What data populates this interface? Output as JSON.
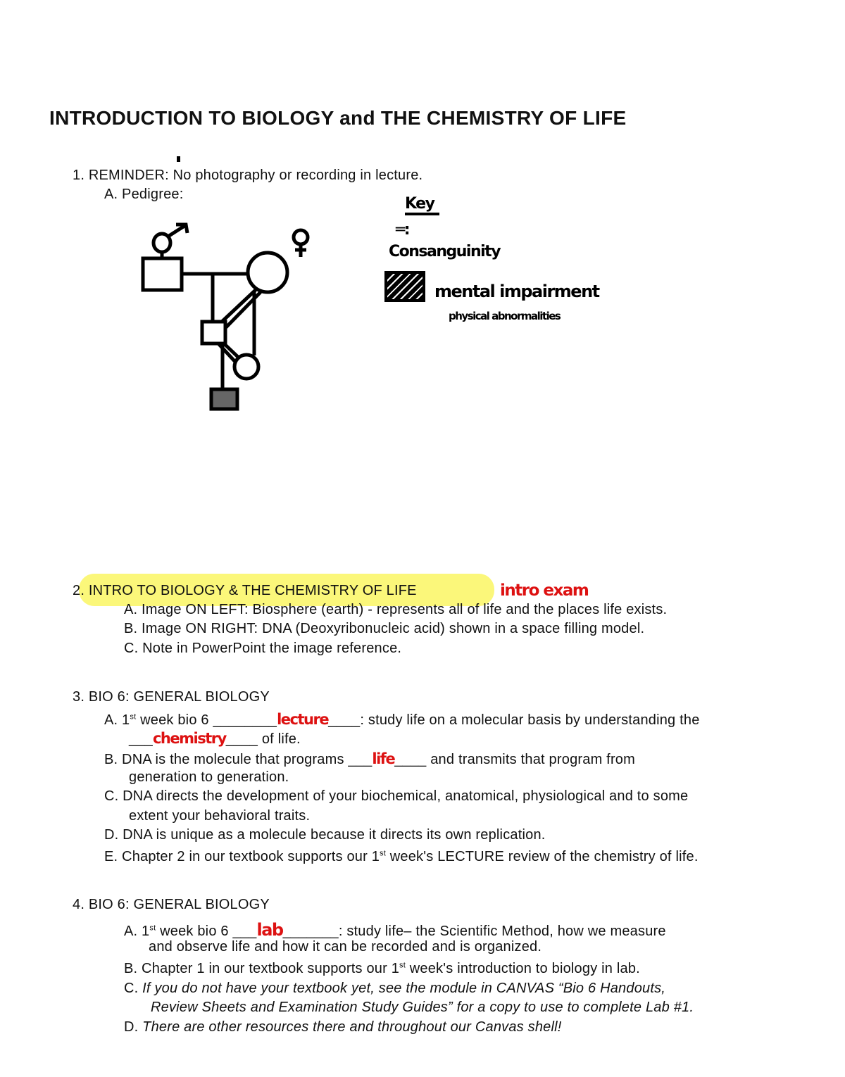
{
  "title": "INTRODUCTION TO BIOLOGY and THE CHEMISTRY OF LIFE",
  "s1": {
    "line": "1. REMINDER: No photography or recording in lecture.",
    "a": "A. Pedigree:"
  },
  "key": {
    "heading": "Key",
    "equals": "═:",
    "consanguinity": "Consanguinity",
    "mental": "mental impairment",
    "physical": "physical abnormalities",
    "accent": "#d11111"
  },
  "s2": {
    "heading": "2. INTRO TO BIOLOGY & THE CHEMISTRY OF LIFE",
    "note": "intro exam",
    "highlight": "#fbf77a",
    "a": "A. Image ON LEFT: Biosphere (earth) - represents all of life and the places life exists.",
    "b": "B. Image ON RIGHT: DNA (Deoxyribonucleic acid) shown in a space filling model.",
    "c": "C. Note in PowerPoint the image reference."
  },
  "s3": {
    "heading": "3. BIO 6: GENERAL BIOLOGY",
    "a_pre": "A. 1",
    "a_sup": "st",
    "a_mid": " week bio 6 ________",
    "a_fill": "lecture",
    "a_post": "____: study life on a molecular basis by understanding the",
    "a2_pre": "___",
    "a2_fill": "chemistry",
    "a2_post": "____ of life.",
    "b_pre": "B. DNA is the molecule that programs ___",
    "b_fill": "life",
    "b_post": "____ and transmits that program from",
    "b2": "generation to generation.",
    "c": "C. DNA directs the development of your biochemical, anatomical, physiological and to some",
    "c2": "extent your behavioral traits.",
    "d": "D. DNA is unique as a molecule because it directs its own replication.",
    "e_pre": "E. Chapter 2 in our textbook supports our 1",
    "e_sup": "st",
    "e_post": " week's LECTURE review of the chemistry of life."
  },
  "s4": {
    "heading": "4. BIO 6: GENERAL BIOLOGY",
    "a_pre": "A. 1",
    "a_sup": "st",
    "a_mid": " week bio 6 ___",
    "a_fill": "lab",
    "a_post": "_______: study life– the Scientific Method, how we measure",
    "a2": "and observe life and how it can be recorded and is organized.",
    "b_pre": "B. Chapter 1 in our textbook supports our 1",
    "b_sup": "st",
    "b_post": " week's introduction to biology in lab.",
    "c_label": "C. ",
    "c": "If you do not have your textbook yet, see the module in CANVAS “Bio 6 Handouts,",
    "c2": "Review Sheets and Examination Study Guides” for a copy to use to complete Lab #1.",
    "d_label": "D. ",
    "d": "There are other resources there and throughout our Canvas shell!"
  }
}
